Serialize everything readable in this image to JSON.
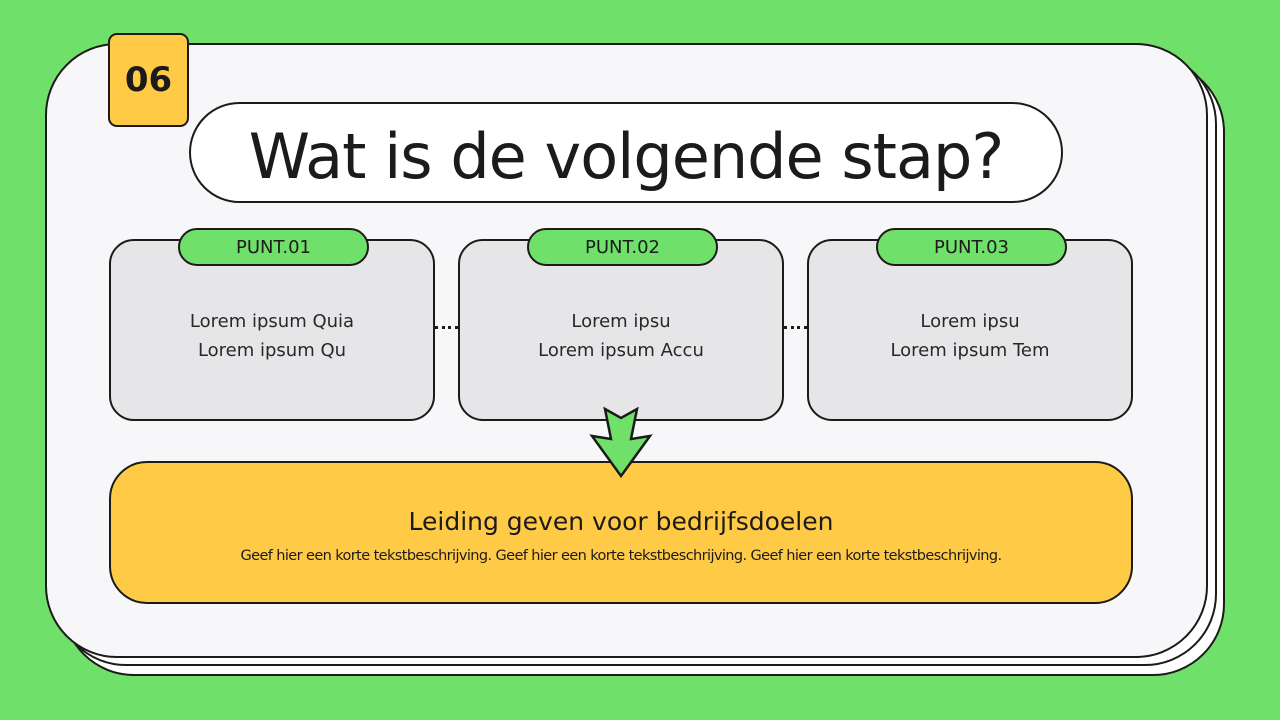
{
  "slide": {
    "number": "06",
    "title": "Wat is de volgende stap?",
    "colors": {
      "background": "#6fe06a",
      "accent_yellow": "#ffcb47",
      "accent_green": "#6fe06a",
      "box_gray": "#e6e5e8",
      "outline": "#1d1a1a"
    }
  },
  "points": [
    {
      "tab": "PUNT.01",
      "line1": "Lorem ipsum Quia",
      "line2": "Lorem ipsum Qu"
    },
    {
      "tab": "PUNT.02",
      "line1": "Lorem ipsu",
      "line2": "Lorem ipsum Accu"
    },
    {
      "tab": "PUNT.03",
      "line1": "Lorem ipsu",
      "line2": "Lorem ipsum Tem"
    }
  ],
  "goal": {
    "heading": "Leiding geven voor bedrijfsdoelen",
    "description": "Geef hier een korte tekstbeschrijving. Geef hier een korte tekstbeschrijving. Geef hier een korte tekstbeschrijving."
  },
  "icons": {
    "arrow": "arrow-down-icon"
  }
}
